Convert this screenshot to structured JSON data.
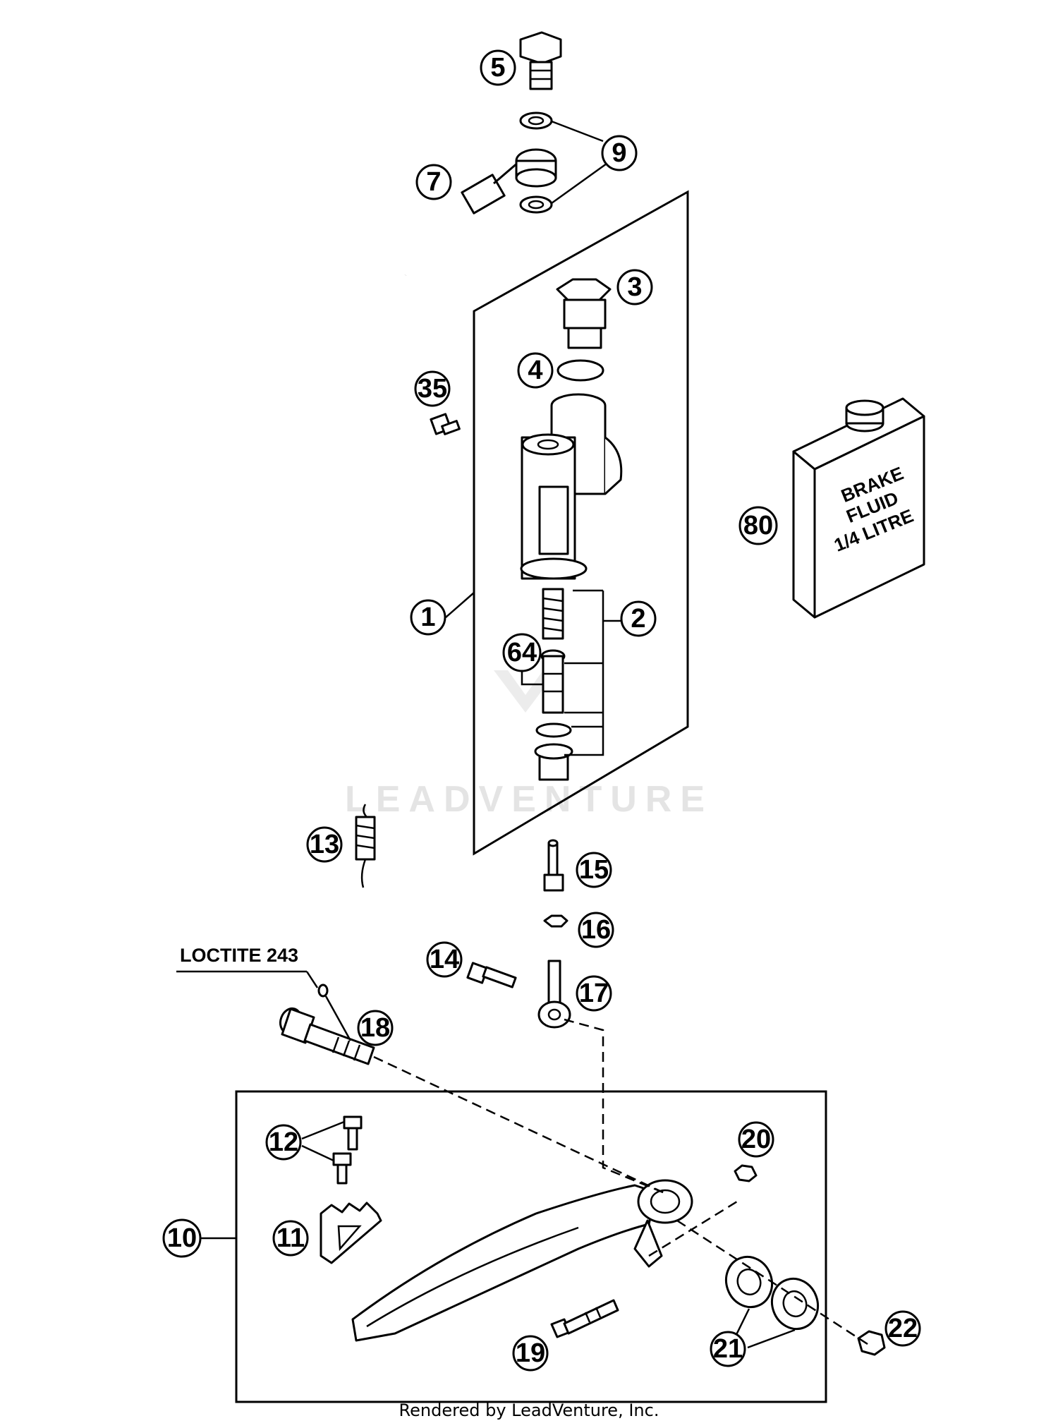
{
  "callouts": [
    "5",
    "9",
    "7",
    "3",
    "4",
    "35",
    "80",
    "1",
    "2",
    "64",
    "13",
    "15",
    "16",
    "14",
    "17",
    "18",
    "12",
    "20",
    "10",
    "11",
    "21",
    "19",
    "22"
  ],
  "loctite_label": "LOCTITE 243",
  "fluid_can": {
    "line1": "BRAKE",
    "line2": "FLUID",
    "line3": "1/4 LITRE"
  },
  "watermark": "LEADVENTURE",
  "footer": "Rendered by LeadVenture, Inc."
}
